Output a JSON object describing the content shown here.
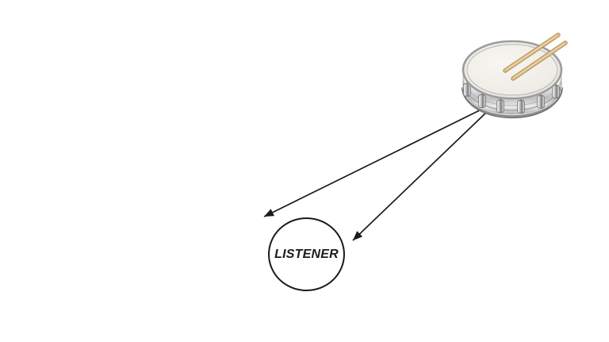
{
  "diagram": {
    "listener": {
      "label": "LISTENER"
    },
    "source": {
      "icon": "snare-drum-icon",
      "description": "chrome snare drum with two wooden drumsticks resting on the head"
    },
    "arrows": [
      {
        "name": "sound-path-1",
        "from": "drum-bottom-left-edge",
        "to": "listener-circle-upper-left"
      },
      {
        "name": "sound-path-2",
        "from": "drum-bottom-left-edge",
        "to": "listener-circle-right"
      }
    ],
    "colors": {
      "background": "#ffffff",
      "stroke": "#1b1b1b",
      "listener_fill": "#ffffff",
      "drum_head": "#f3f1ec",
      "drum_chrome": "#9e9e9e",
      "drumstick": "#d9ba84"
    }
  }
}
